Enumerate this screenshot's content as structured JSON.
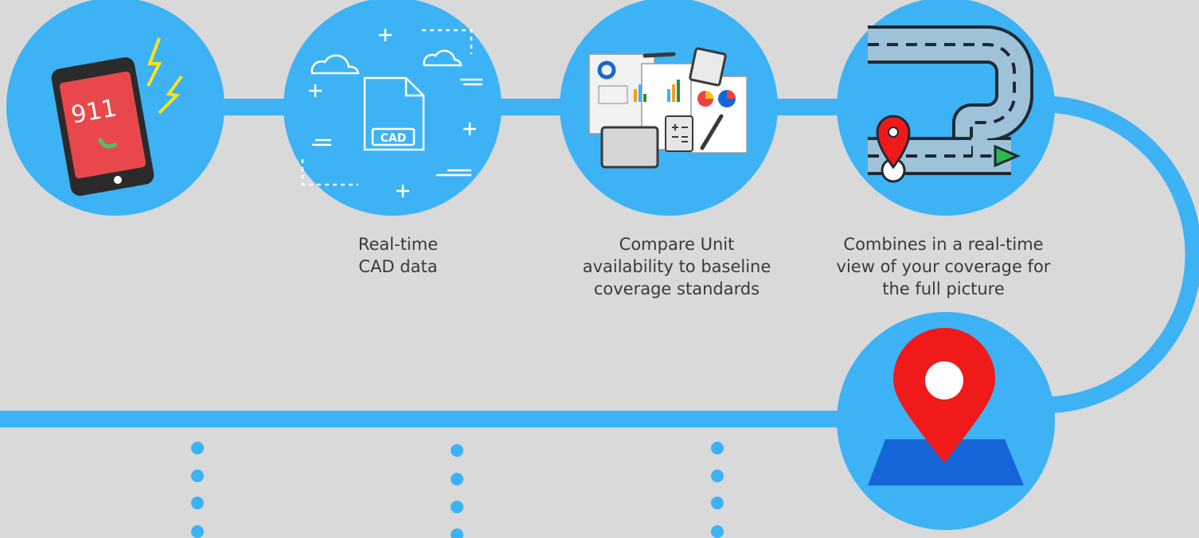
{
  "colors": {
    "background": "#d9d9d9",
    "accent": "#3db2f5",
    "pin_red": "#f01a1a",
    "map_blue": "#1565d8",
    "text": "#3a3a3a"
  },
  "steps": [
    {
      "icon": "phone-911-icon",
      "caption": ""
    },
    {
      "icon": "cad-file-icon",
      "caption": "Real-time\nCAD data",
      "file_label": "CAD"
    },
    {
      "icon": "reports-charts-icon",
      "caption": "Compare Unit\navailability to baseline\ncoverage standards"
    },
    {
      "icon": "route-map-icon",
      "caption": "Combines in a real-time\nview of your coverage for\nthe full picture"
    },
    {
      "icon": "location-pin-map-icon",
      "caption": ""
    }
  ],
  "phone_number": "911"
}
